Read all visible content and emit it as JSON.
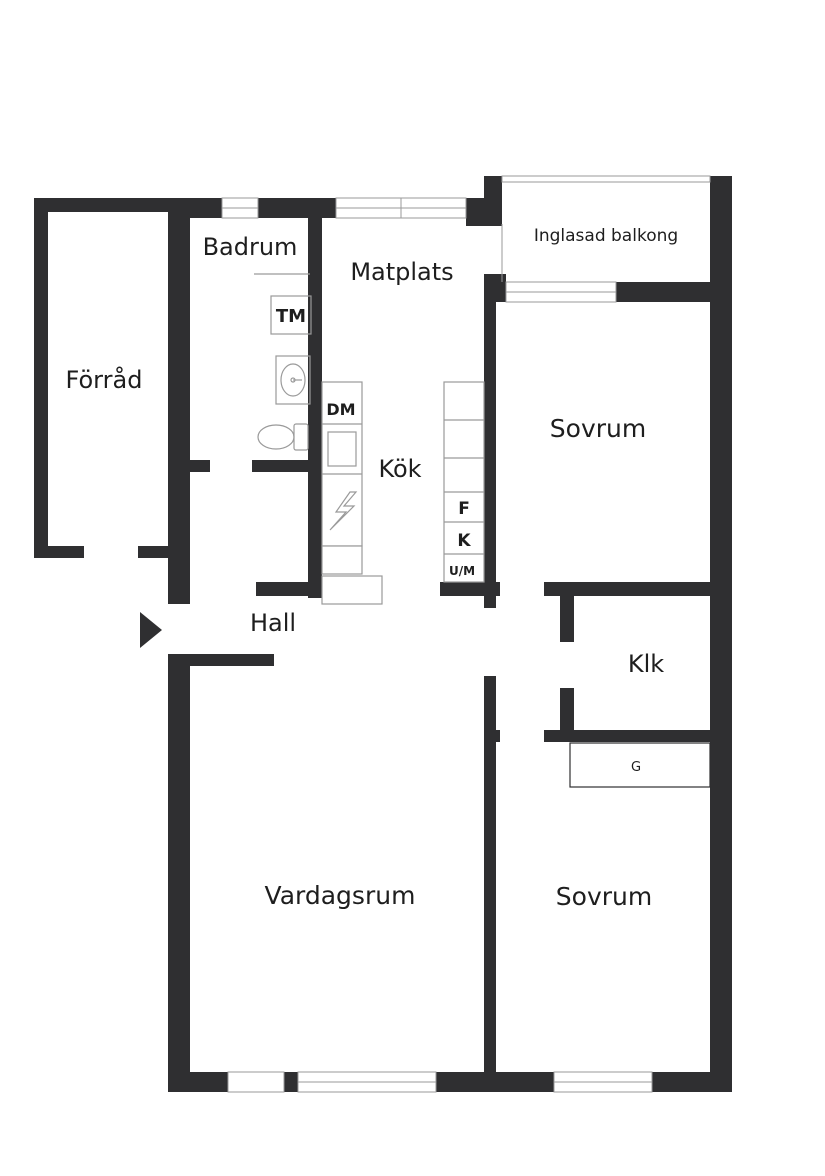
{
  "colors": {
    "wall": "#2f2f31",
    "background": "#ffffff",
    "fixture_stroke": "#9a9a9a",
    "text": "#1e1e1e"
  },
  "rooms": {
    "forrad": "Förråd",
    "badrum": "Badrum",
    "matplats": "Matplats",
    "balkong": "Inglasad balkong",
    "sovrum_1": "Sovrum",
    "kok": "Kök",
    "hall": "Hall",
    "klk": "Klk",
    "vardagsrum": "Vardagsrum",
    "sovrum_2": "Sovrum"
  },
  "fixtures": {
    "tm": "TM",
    "dm": "DM",
    "f": "F",
    "k": "K",
    "um": "U/M",
    "g": "G"
  },
  "icons": {
    "entrance": "entrance-arrow-icon",
    "stove": "stove-icon",
    "sink": "sink-icon",
    "toilet": "toilet-icon",
    "washbasin": "washbasin-icon"
  }
}
